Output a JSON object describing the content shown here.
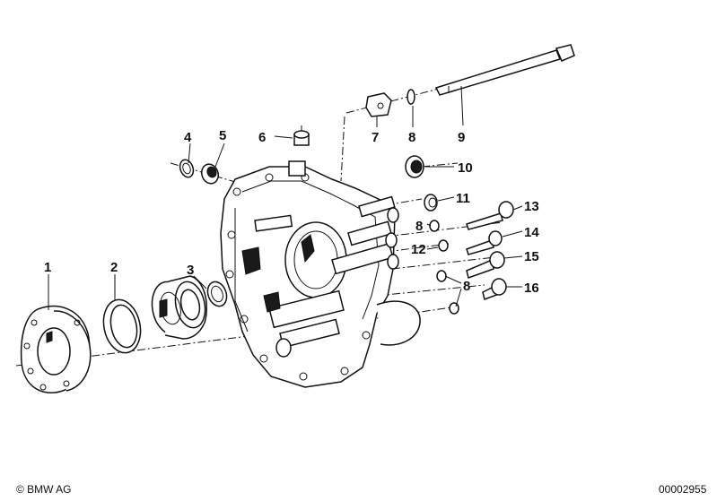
{
  "callouts": [
    {
      "id": "1",
      "text": "1"
    },
    {
      "id": "2",
      "text": "2"
    },
    {
      "id": "3",
      "text": "3"
    },
    {
      "id": "4",
      "text": "4"
    },
    {
      "id": "5",
      "text": "5"
    },
    {
      "id": "6",
      "text": "6"
    },
    {
      "id": "7",
      "text": "7"
    },
    {
      "id": "8a",
      "text": "8"
    },
    {
      "id": "9",
      "text": "9"
    },
    {
      "id": "10",
      "text": "10"
    },
    {
      "id": "11",
      "text": "11"
    },
    {
      "id": "8b",
      "text": "8"
    },
    {
      "id": "13",
      "text": "13"
    },
    {
      "id": "14",
      "text": "14"
    },
    {
      "id": "12",
      "text": "12"
    },
    {
      "id": "15",
      "text": "15"
    },
    {
      "id": "8c",
      "text": "8"
    },
    {
      "id": "16",
      "text": "16"
    }
  ],
  "footer": {
    "copyright": "© BMW AG",
    "diagram_number": "00002955"
  }
}
